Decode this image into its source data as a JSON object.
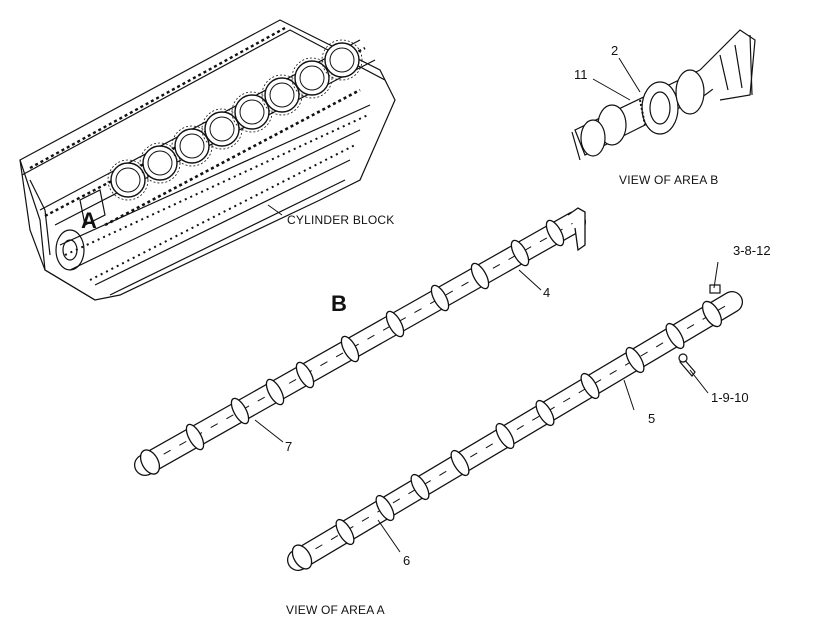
{
  "colors": {
    "line": "#111111",
    "paper": "#ffffff",
    "shade": "#d8d8d8"
  },
  "area_markers": {
    "a": "A",
    "b": "B"
  },
  "captions": {
    "view_area_b": "VIEW OF AREA B",
    "view_area_a": "VIEW OF AREA A",
    "cylinder_block": "CYLINDER BLOCK"
  },
  "callouts": {
    "c2": "2",
    "c11": "11",
    "c4": "4",
    "c3_8_12": "3-8-12",
    "c1_9_10": "1-9-10",
    "c5": "5",
    "c7": "7",
    "c6": "6"
  }
}
